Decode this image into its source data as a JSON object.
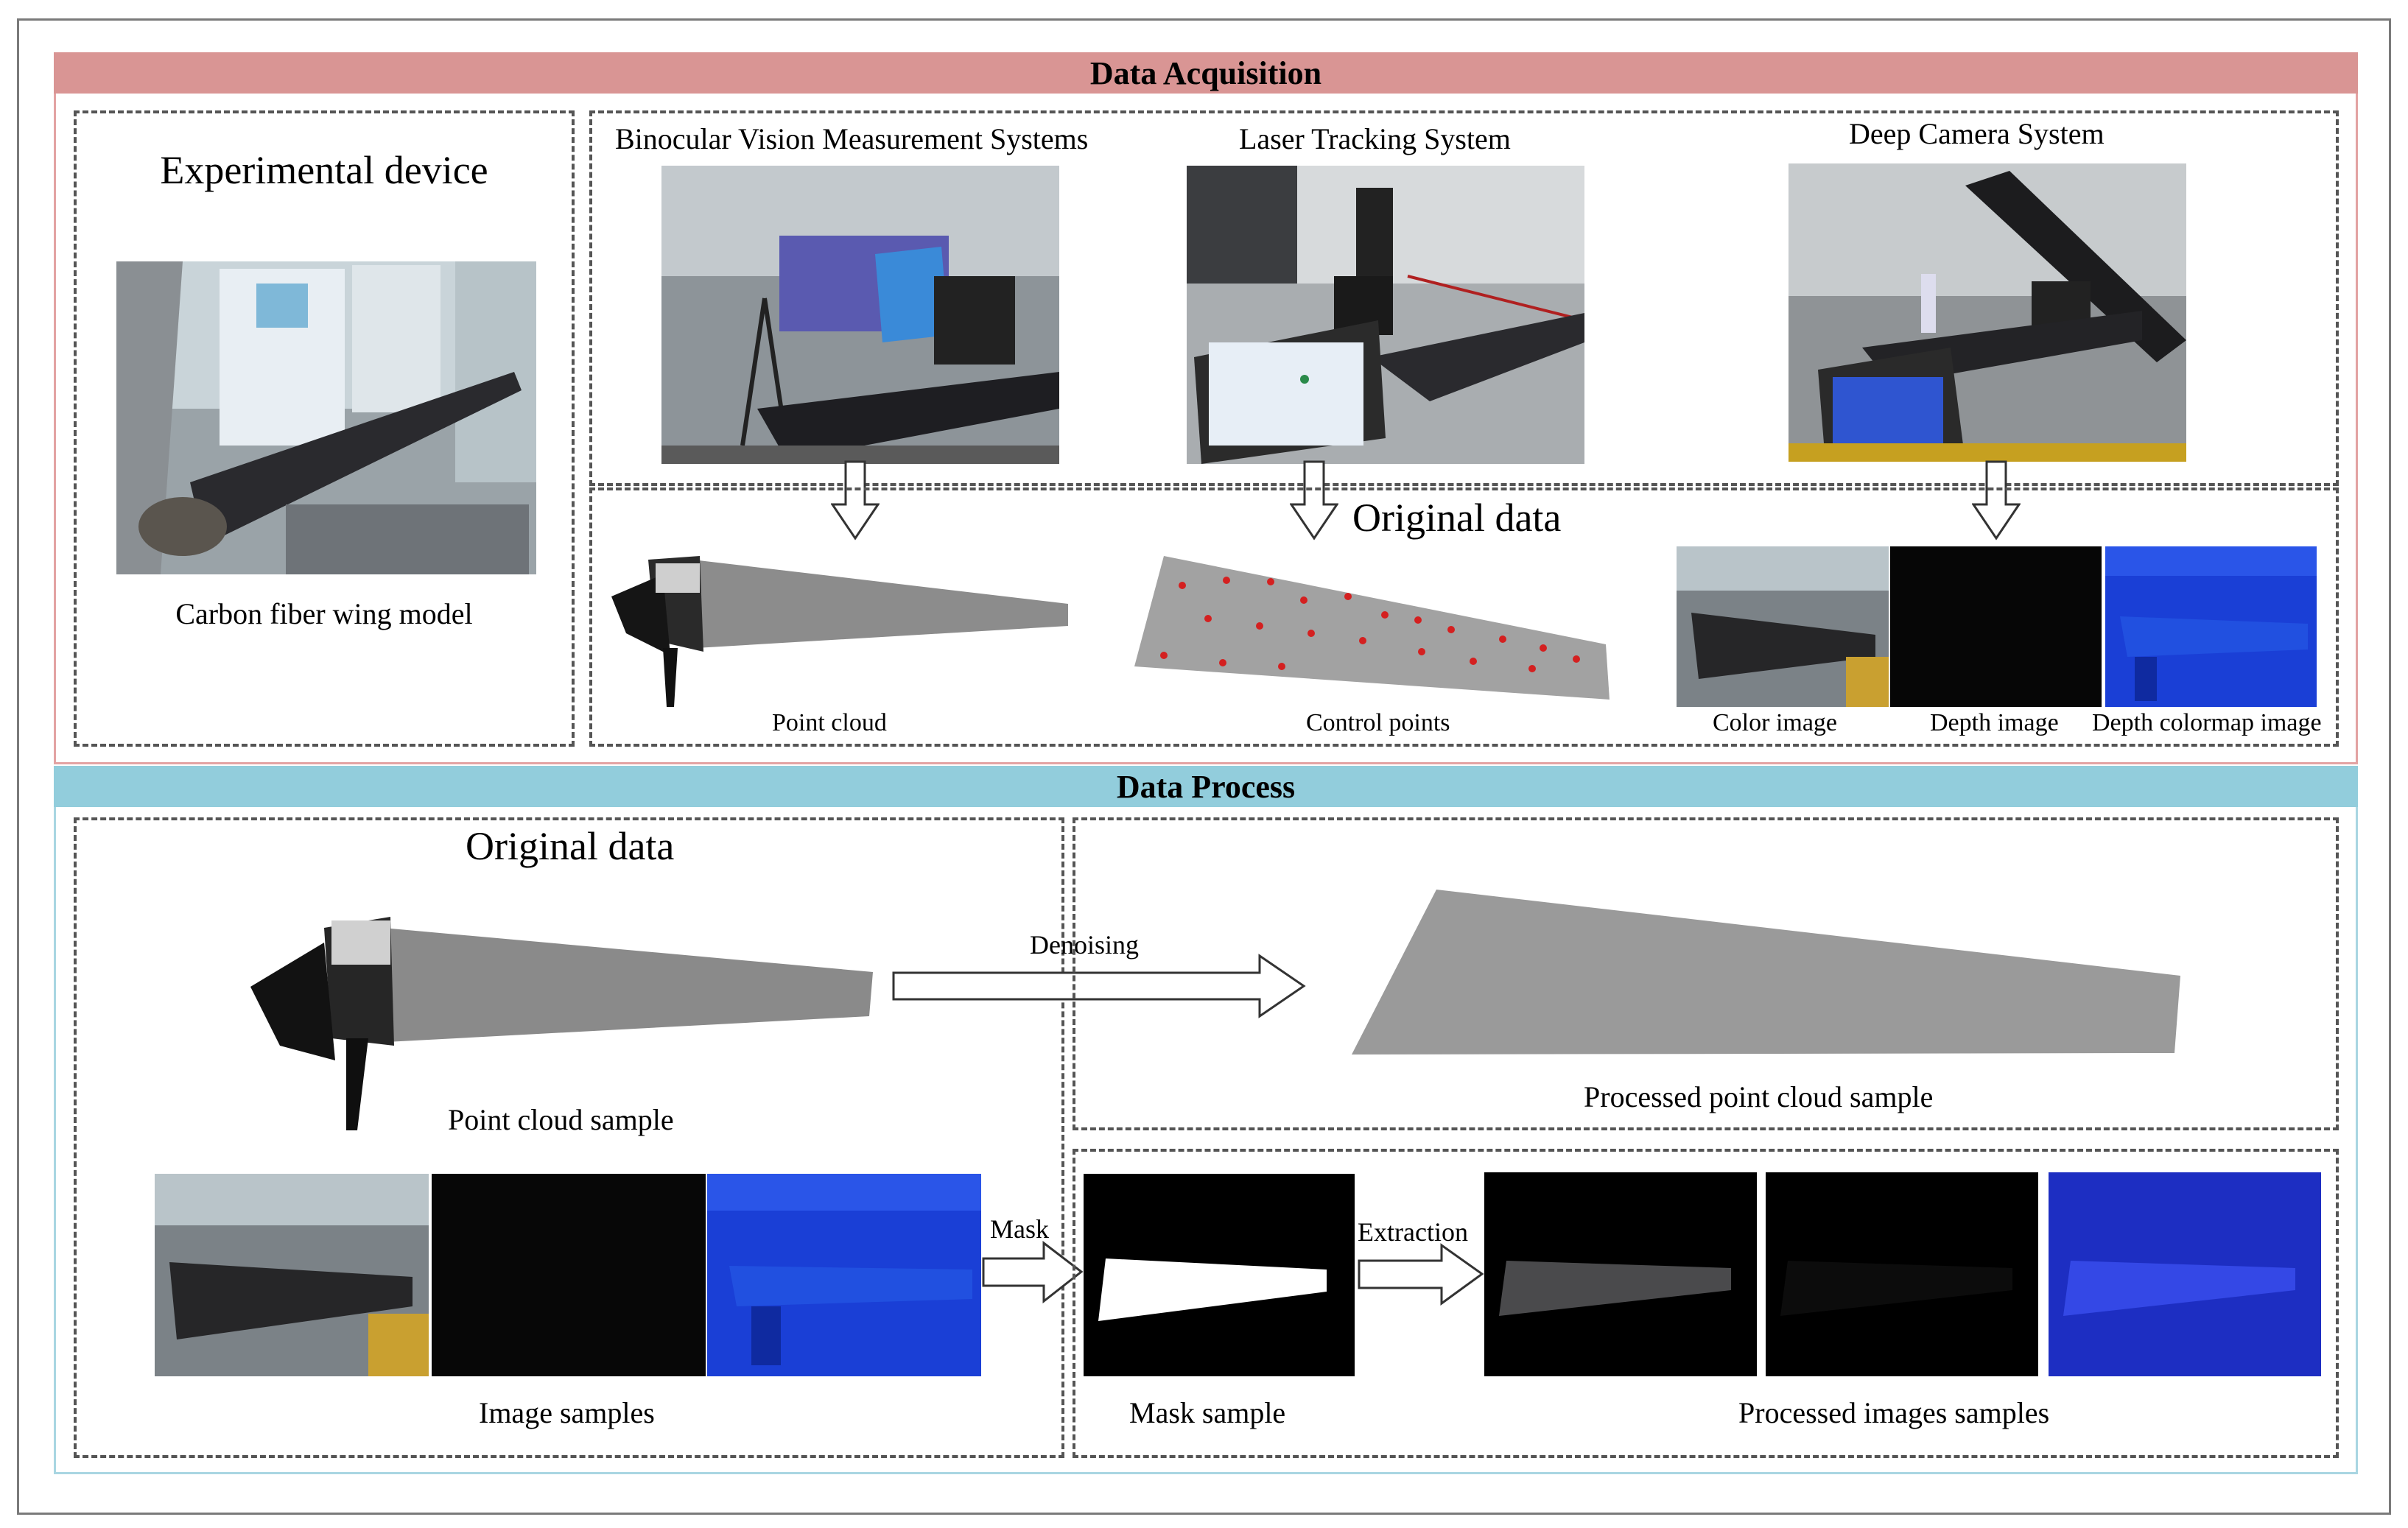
{
  "sections": {
    "acquisition_title": "Data Acquisition",
    "process_title": "Data Process"
  },
  "acquisition": {
    "device_title": "Experimental device",
    "device_caption": "Carbon fiber wing model",
    "systems": [
      {
        "name": "Binocular Vision Measurement Systems"
      },
      {
        "name": "Laser Tracking System"
      },
      {
        "name": "Deep Camera System"
      }
    ],
    "original_data_title": "Original data",
    "outputs": {
      "point_cloud": "Point cloud",
      "control_points": "Control points",
      "color_image": "Color image",
      "depth_image": "Depth image",
      "depth_colormap": "Depth colormap image"
    }
  },
  "process": {
    "original_data_title": "Original data",
    "point_cloud_sample": "Point cloud sample",
    "denoising": "Denoising",
    "processed_point_cloud": "Processed point cloud sample",
    "image_samples": "Image samples",
    "mask": "Mask",
    "mask_sample": "Mask sample",
    "extraction": "Extraction",
    "processed_images": "Processed images samples"
  },
  "colors": {
    "acquisition_bar": "#d99594",
    "process_bar": "#92cddc",
    "depth_blue": "#1a3fd6",
    "control_point_red": "#d42020"
  }
}
